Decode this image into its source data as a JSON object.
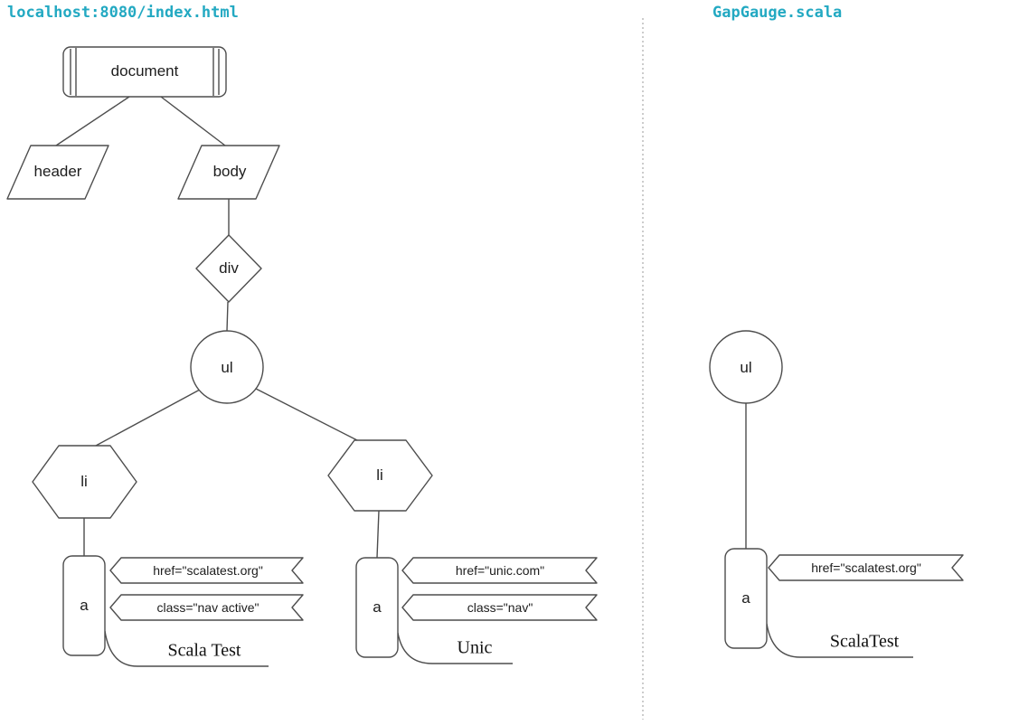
{
  "titles": {
    "left": "localhost:8080/index.html",
    "right": "GapGauge.scala"
  },
  "colors": {
    "accent": "#23a9c2",
    "stroke": "#4d4d4d"
  },
  "left_tree": {
    "document": "document",
    "header": "header",
    "body": "body",
    "div": "div",
    "ul": "ul",
    "li_left": "li",
    "li_right": "li",
    "a_left": "a",
    "a_right": "a",
    "a_left_href": "href=\"scalatest.org\"",
    "a_left_class": "class=\"nav active\"",
    "a_right_href": "href=\"unic.com\"",
    "a_right_class": "class=\"nav\"",
    "a_left_text": "Scala Test",
    "a_right_text": "Unic"
  },
  "right_tree": {
    "ul": "ul",
    "a": "a",
    "a_href": "href=\"scalatest.org\"",
    "a_text": "ScalaTest"
  }
}
